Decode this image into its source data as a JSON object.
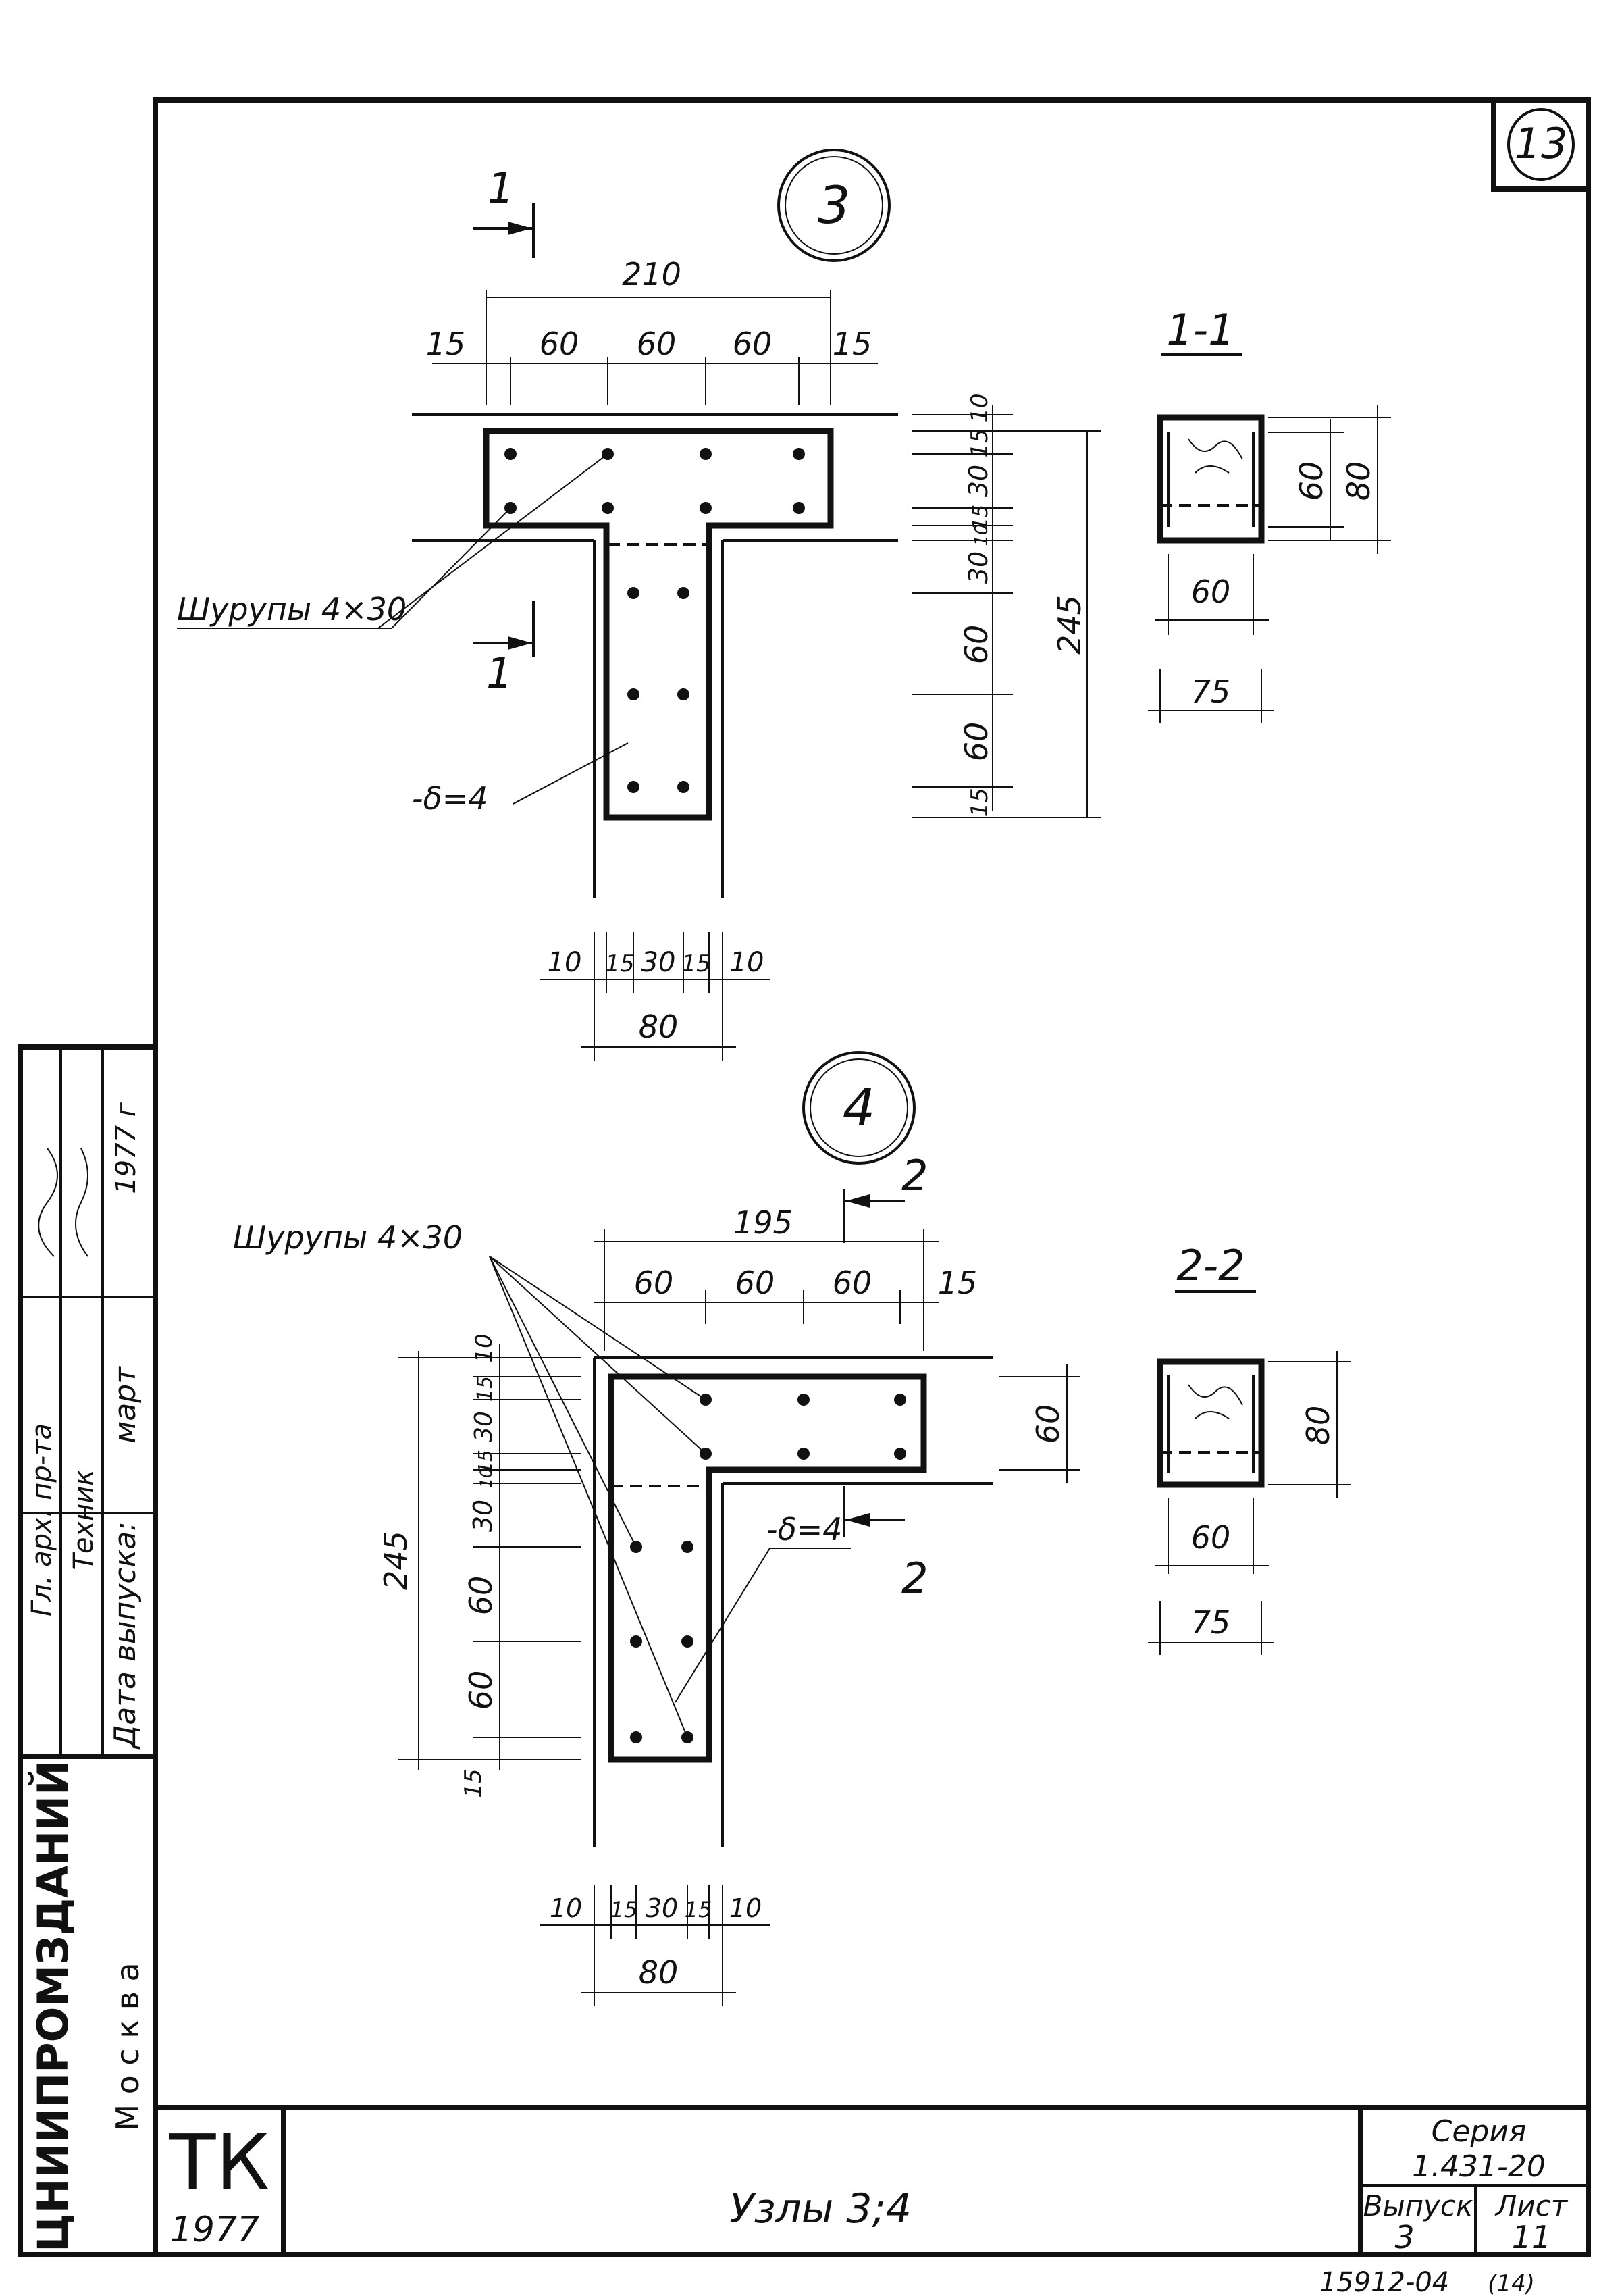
{
  "sheet_number": "13",
  "node3": {
    "marker": "3",
    "dims_top_total": "210",
    "dims_top": [
      "15",
      "60",
      "60",
      "60",
      "15"
    ],
    "dims_right": [
      "10",
      "15",
      "30",
      "15",
      "10",
      "30",
      "60",
      "60",
      "15"
    ],
    "dim_height_total": "245",
    "dims_bottom": [
      "10",
      "15",
      "30",
      "15",
      "10"
    ],
    "dim_bottom_total": "80",
    "screws_label": "Шурупы 4×30",
    "plate_label": "-δ=4",
    "cut_label": "1",
    "section_title": "1-1",
    "section_dims": {
      "h_inner": "60",
      "h_outer": "80",
      "w_inner": "60",
      "w_outer": "75"
    }
  },
  "node4": {
    "marker": "4",
    "dims_top_total": "195",
    "dims_top": [
      "60",
      "60",
      "60",
      "15"
    ],
    "dims_left": [
      "10",
      "15",
      "30",
      "15",
      "10",
      "30",
      "60",
      "60",
      "15"
    ],
    "dim_height_total": "245",
    "dim_right": "60",
    "dims_bottom": [
      "10",
      "15",
      "30",
      "15",
      "10"
    ],
    "dim_bottom_total": "80",
    "screws_label": "Шурупы 4×30",
    "plate_label": "-δ=4",
    "cut_label": "2",
    "section_title": "2-2",
    "section_dims": {
      "h_outer": "80",
      "w_inner": "60",
      "w_outer": "75"
    }
  },
  "side_stamp": {
    "org": "ЦНИИПРОМЗДАНИЙ",
    "city": "М о с к в а",
    "row1": "Гл. арх. пр-та",
    "row2": "Техник",
    "row3_label": "Дата выпуска:",
    "row3_value": "март",
    "year": "1977 г"
  },
  "title_block": {
    "mark": "ТК",
    "year": "1977",
    "title": "Узлы 3;4",
    "series_label": "Серия",
    "series_value": "1.431-20",
    "issue_label": "Выпуск",
    "issue_value": "3",
    "sheet_label": "Лист",
    "sheet_value": "11"
  },
  "footer_code": "15912-04",
  "footer_circle": "(14)"
}
